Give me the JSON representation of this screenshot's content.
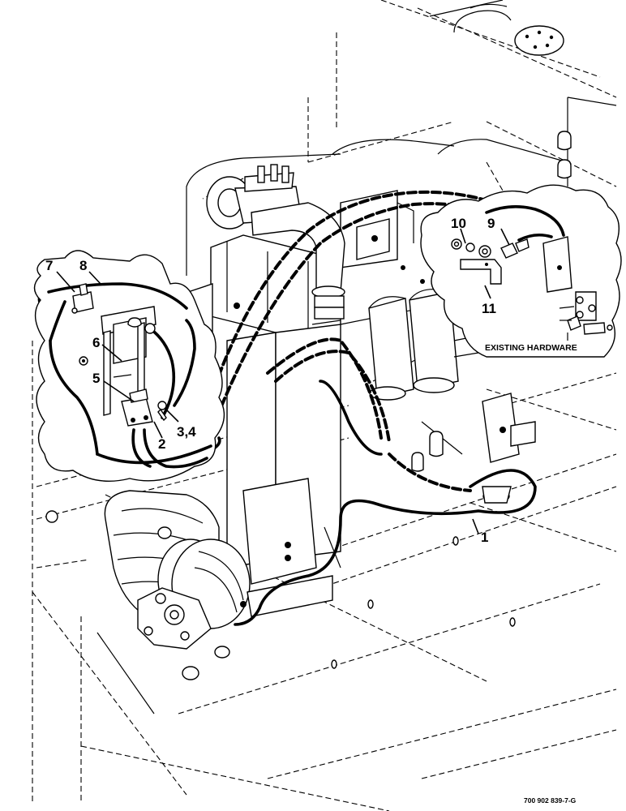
{
  "callouts": {
    "c1": "1",
    "c2": "2",
    "c34": "3,4",
    "c5": "5",
    "c6": "6",
    "c7": "7",
    "c8": "8",
    "c9": "9",
    "c10": "10",
    "c11": "11"
  },
  "detail_note": "EXISTING HARDWARE",
  "figure_id": "700 902 839-7-G"
}
